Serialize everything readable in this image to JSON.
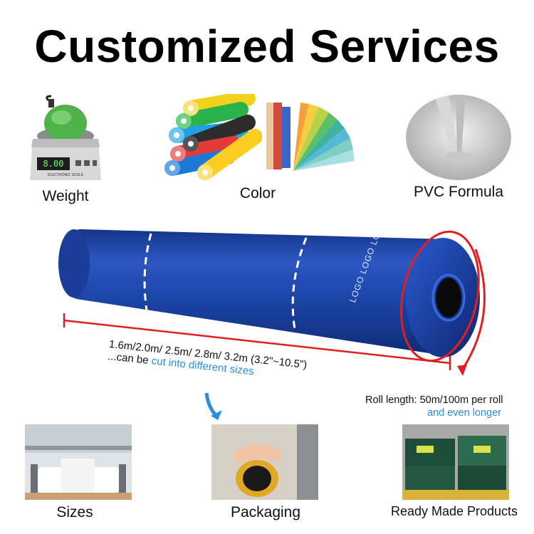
{
  "title": "Customized Services",
  "features": {
    "weight": "Weight",
    "color": "Color",
    "pvc": "PVC Formula"
  },
  "scale_readout": "8.00",
  "scale_brand": "ELECTRONIC SCALE",
  "roll": {
    "logo_text": "LOGO LOGO LOGO",
    "width_line1": "1.6m/2.0m/ 2.5m/ 2.8m/ 3.2m (3.2\"~10.5\")",
    "width_line2_prefix": "...can be ",
    "width_line2_highlight": "cut into different sizes",
    "length_line1": "Roll length: 50m/100m per roll",
    "length_line2": "and even longer"
  },
  "bottom": {
    "sizes": "Sizes",
    "packaging": "Packaging",
    "ready": "Ready Made Products"
  },
  "colors": {
    "accent_blue": "#2a8fd6",
    "roll_blue": "#1a3f9c",
    "arrow_red": "#e02020"
  }
}
